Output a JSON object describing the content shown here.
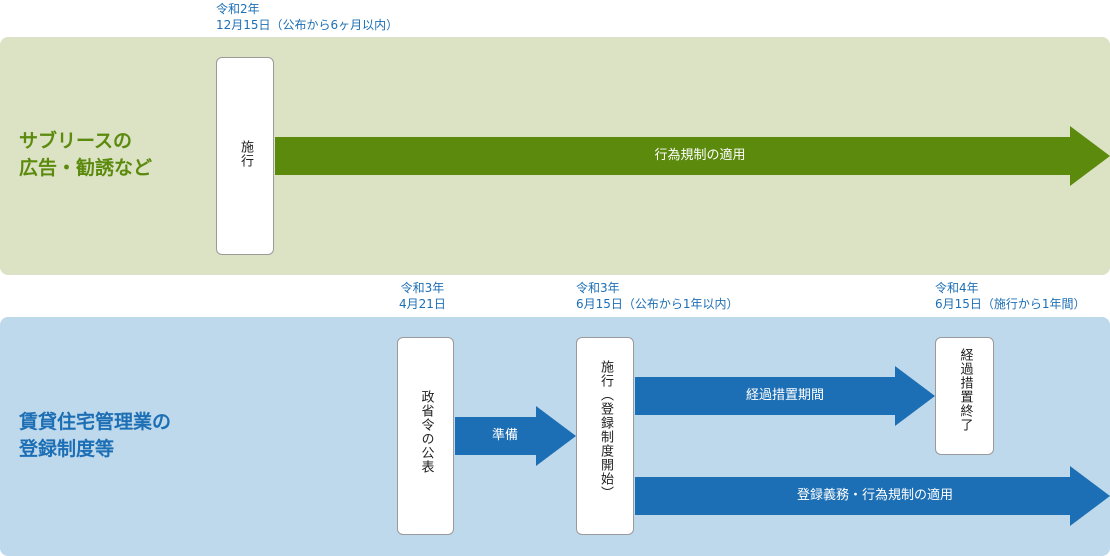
{
  "colors": {
    "top_band": "#dbe3c4",
    "bottom_band": "#bfd9ec",
    "green": "#5b8a0d",
    "blue": "#1d6fb5",
    "date_text": "#1d6fb5"
  },
  "top": {
    "label_line1": "サブリースの",
    "label_line2": "広告・勧誘など",
    "date_line1": "令和2年",
    "date_line2": "12月15日（公布から6ヶ月以内）",
    "box_text": "施行",
    "arrow_label": "行為規制の適用"
  },
  "bottom": {
    "label_line1": "賃貸住宅管理業の",
    "label_line2": "登録制度等",
    "date1_line1": "令和3年",
    "date1_line2": "4月21日",
    "date2_line1": "令和3年",
    "date2_line2": "6月15日（公布から1年以内）",
    "date3_line1": "令和4年",
    "date3_line2": "6月15日（施行から1年間）",
    "box1_text": "政省令の公表",
    "box2_text": "施行（登録制度開始）",
    "box3_text": "経過措置終了",
    "arrow1_label": "準備",
    "arrow2_label": "経過措置期間",
    "arrow3_label": "登録義務・行為規制の適用"
  }
}
